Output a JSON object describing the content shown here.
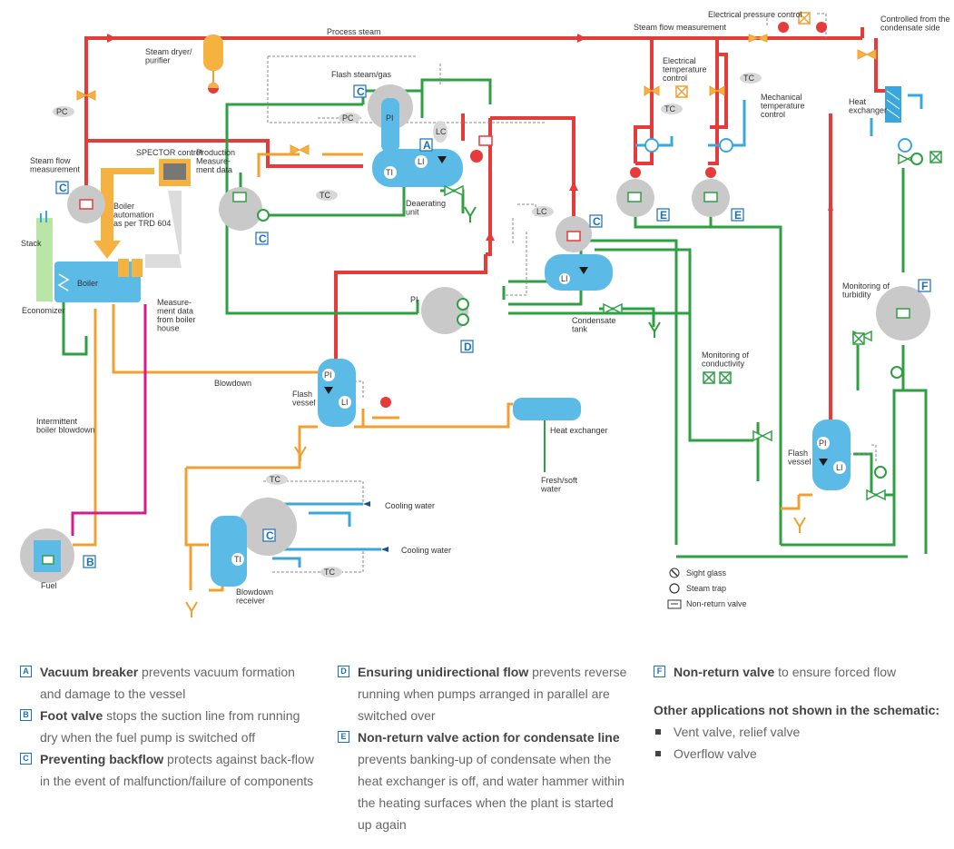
{
  "labels": {
    "process_steam": "Process steam",
    "steam_dryer": "Steam dryer/\npurifier",
    "steam_flow_measurement_top": "Steam flow measurement",
    "electrical_pressure_control": "Electrical pressure control",
    "controlled_from_condensate": "Controlled from the\ncondensate side",
    "flash_steam_gas": "Flash steam/gas",
    "electrical_temperature_control": "Electrical\ntemperature\ncontrol",
    "mechanical_temperature_control": "Mechanical\ntemperature\ncontrol",
    "heat_exchanger_top": "Heat\nexchanger",
    "spector_control": "SPECTOR control",
    "production_measurement_data": "Production\nMeasure-\nment data",
    "steam_flow_measurement_left": "Steam flow\nmeasurement",
    "boiler_automation": "Boiler\nautomation\nas per TRD 604",
    "deaerating_unit": "Deaerating\nunit",
    "stack": "Stack",
    "boiler": "Boiler",
    "economizer": "Economizer",
    "measurement_data_boiler_house": "Measure-\nment data\nfrom boiler\nhouse",
    "condensate_tank": "Condensate\ntank",
    "monitoring_turbidity": "Monitoring of\nturbidity",
    "monitoring_conductivity": "Monitoring of\nconductivity",
    "blowdown": "Blowdown",
    "flash_vessel_left": "Flash\nvessel",
    "intermittent_blowdown": "Intermittent\nboiler blowdown",
    "heat_exchanger_mid": "Heat exchanger",
    "fresh_soft_water": "Fresh/soft\nwater",
    "flash_vessel_right": "Flash\nvessel",
    "cooling_water_1": "Cooling water",
    "cooling_water_2": "Cooling water",
    "blowdown_receiver": "Blowdown\nreceiver",
    "fuel": "Fuel"
  },
  "tags": {
    "pc": "PC",
    "pi": "PI",
    "li": "LI",
    "ti": "TI",
    "tc": "TC",
    "lc": "LC"
  },
  "letters": {
    "a": "A",
    "b": "B",
    "c": "C",
    "d": "D",
    "e": "E",
    "f": "F"
  },
  "legend_symbols": {
    "sight_glass": "Sight glass",
    "steam_trap": "Steam trap",
    "non_return_valve": "Non-return valve"
  },
  "notes": [
    {
      "letter": "A",
      "title": "Vacuum breaker",
      "text": " prevents vacuum formation and damage to the vessel"
    },
    {
      "letter": "B",
      "title": "Foot valve",
      "text": " stops the suction line from running dry when the fuel pump is switched off"
    },
    {
      "letter": "C",
      "title": "Preventing backflow",
      "text": " protects against back-flow in the event of malfunction/failure of components"
    },
    {
      "letter": "D",
      "title": "Ensuring unidirectional flow",
      "text": " prevents reverse running when pumps arranged in parallel are switched over"
    },
    {
      "letter": "E",
      "title": "Non-return valve action for condensate line",
      "text": " prevents banking-up of condensate when the heat exchanger is off, and water hammer within the heating surfaces when the plant is started up again"
    },
    {
      "letter": "F",
      "title": "Non-return valve",
      "text": " to ensure forced flow"
    }
  ],
  "other_applications": {
    "title": "Other applications not shown in the schematic:",
    "items": [
      "Vent valve, relief valve",
      "Overflow valve"
    ]
  },
  "colors": {
    "steam": "#e63b3b",
    "condensate": "#2ea043",
    "water": "#f0a030",
    "cooling": "#3aa7dc",
    "fuel": "#d41d8c",
    "vessel": "#5bbbe6",
    "signal": "#888888",
    "letter_box": "#1d6fb8"
  }
}
